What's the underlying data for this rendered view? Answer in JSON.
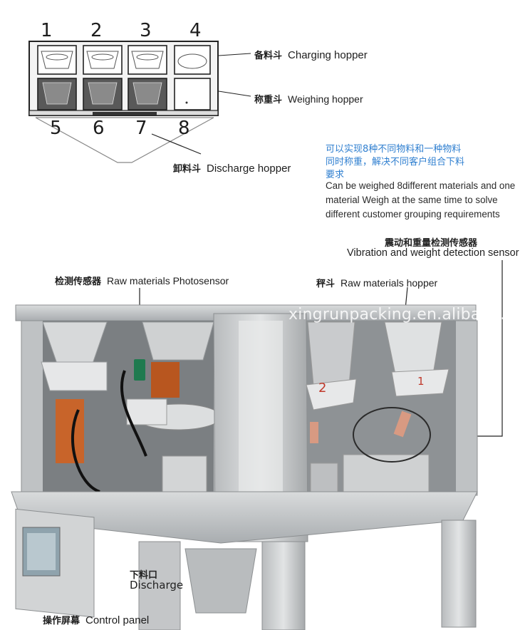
{
  "top_diagram": {
    "upper_numbers": [
      "1",
      "2",
      "3",
      "4"
    ],
    "lower_numbers": [
      "5",
      "6",
      "7",
      "8"
    ],
    "charging_hopper": {
      "cn": "备料斗",
      "en": "Charging hopper"
    },
    "weighing_hopper": {
      "cn": "称重斗",
      "en": "Weighing hopper"
    },
    "discharge_hopper": {
      "cn": "卸料斗",
      "en": "Discharge hopper"
    }
  },
  "note": {
    "cn_line1": "可以实现8种不同物料和一种物料",
    "cn_line2": "同时称重，解决不同客户组合下料",
    "cn_line3": "要求",
    "en_line1": "Can be weighed 8different materials and one",
    "en_line2": "material Weigh at the same time to solve",
    "en_line3": "different customer grouping requirements"
  },
  "machine_labels": {
    "vibration_sensor": {
      "cn": "震动和重量检测传感器",
      "en": "Vibration and weight detection sensor"
    },
    "photosensor": {
      "cn": "检测传感器",
      "en": "Raw materials Photosensor"
    },
    "raw_hopper": {
      "cn": "秤斗",
      "en": "Raw materials hopper"
    },
    "discharge": {
      "cn": "下料口",
      "en": "Discharge"
    },
    "control_panel": {
      "cn": "操作屏幕",
      "en": "Control panel"
    }
  },
  "hopper_marks": [
    "1",
    "2"
  ],
  "watermark": "xingrunpacking.en.alibaba.com",
  "colors": {
    "note_blue": "#2f7fd0",
    "steel": "#c9ccce",
    "orange_panel": "#c8642a"
  }
}
